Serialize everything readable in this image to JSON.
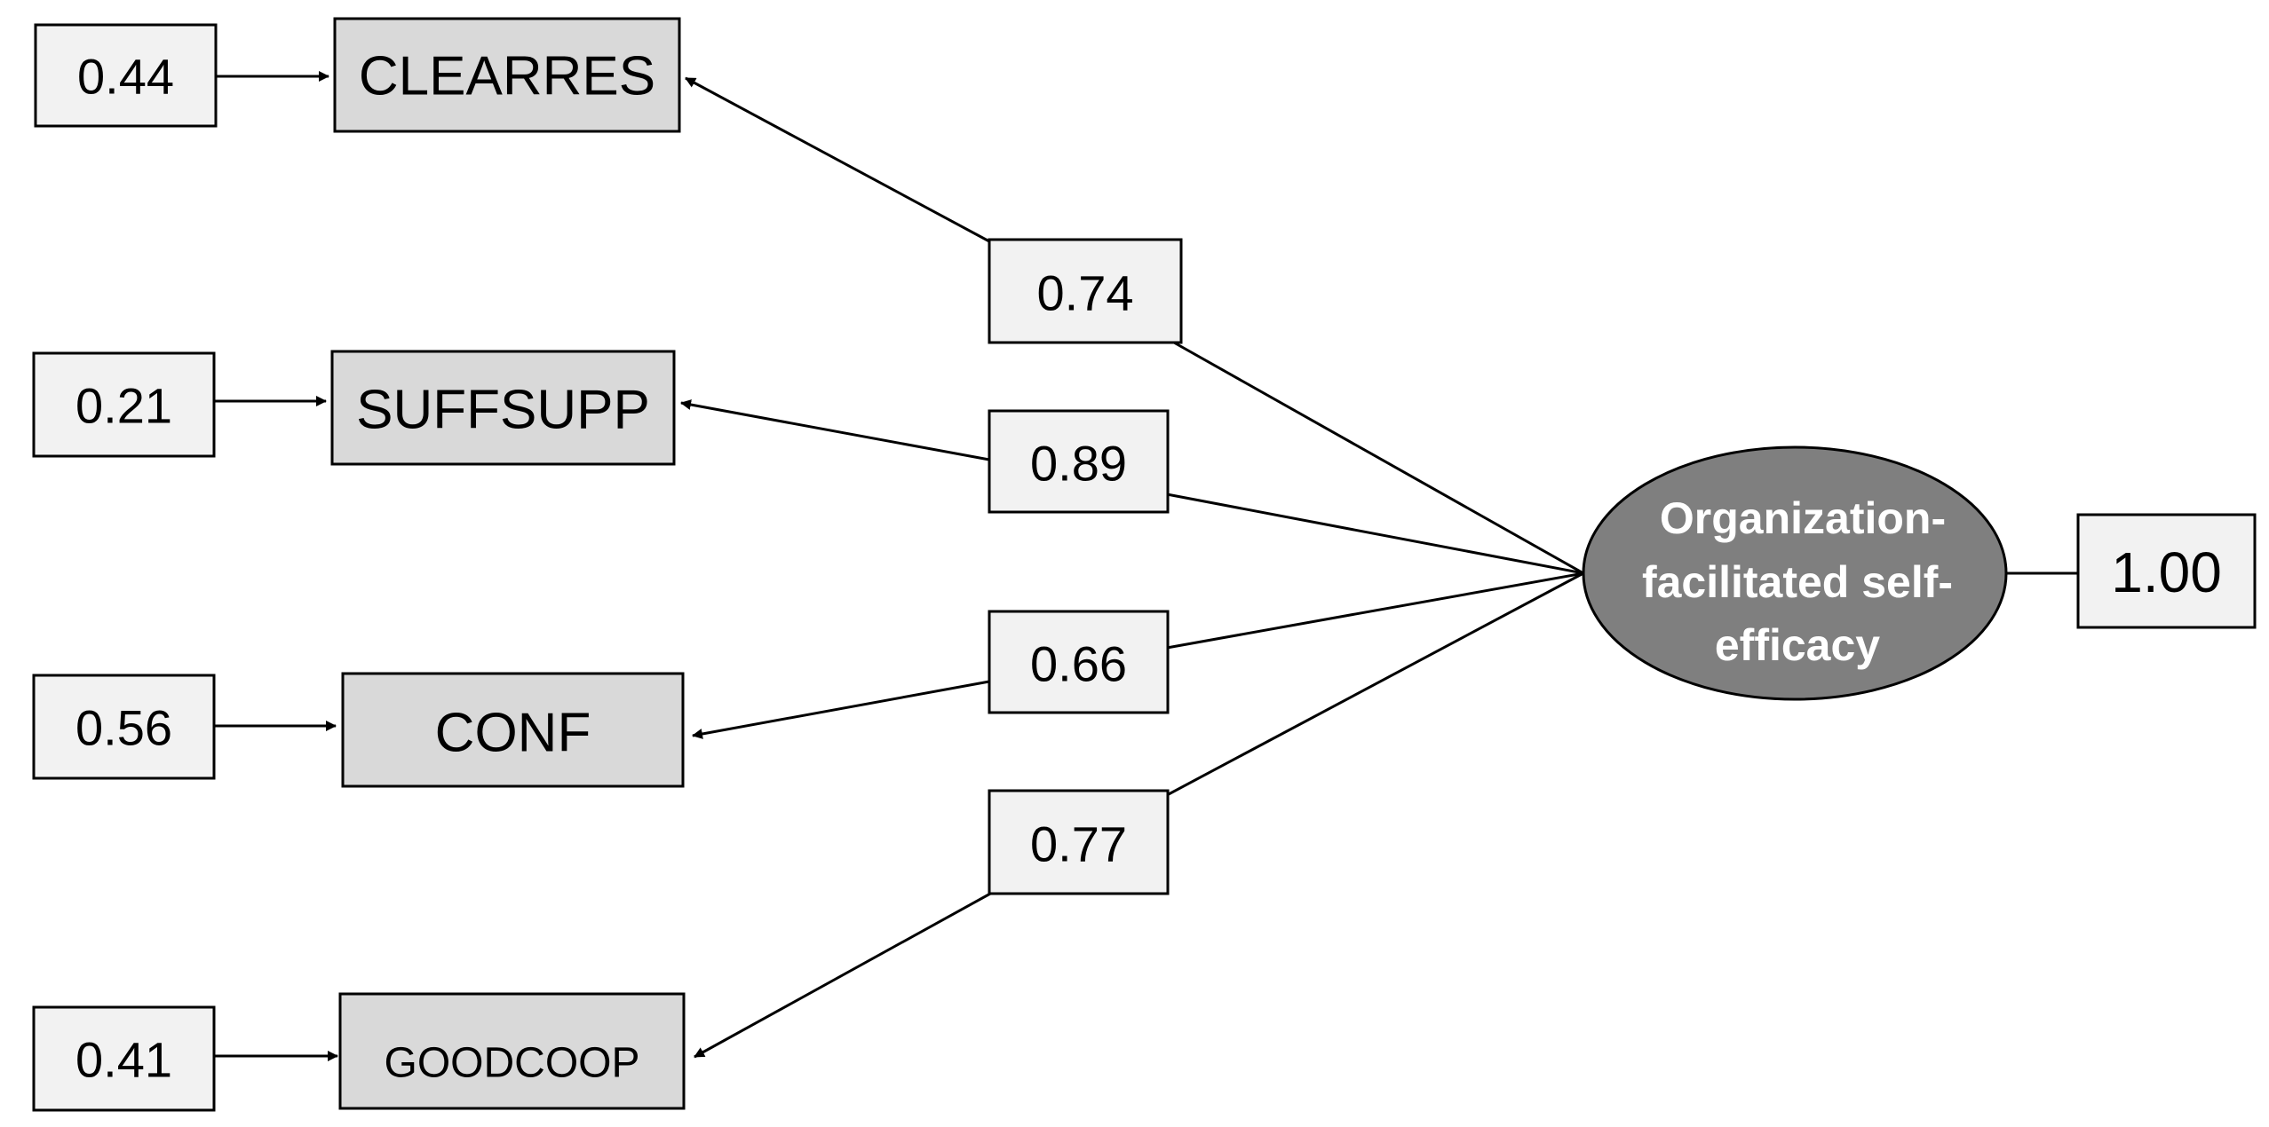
{
  "diagram": {
    "latent": {
      "label_lines": [
        "Organization-",
        "facilitated self-",
        "efficacy"
      ],
      "variance": "1.00"
    },
    "indicators": [
      {
        "name": "CLEARRES",
        "error": "0.44",
        "loading": "0.74"
      },
      {
        "name": "SUFFSUPP",
        "error": "0.21",
        "loading": "0.89"
      },
      {
        "name": "CONF",
        "error": "0.56",
        "loading": "0.66"
      },
      {
        "name": "GOODCOOP",
        "error": "0.41",
        "loading": "0.77"
      }
    ],
    "colors": {
      "indicator_fill": "#d9d9d9",
      "value_box_fill": "#f2f2f2",
      "latent_fill": "#7f7f7f",
      "latent_text": "#ffffff",
      "stroke": "#000000"
    }
  }
}
